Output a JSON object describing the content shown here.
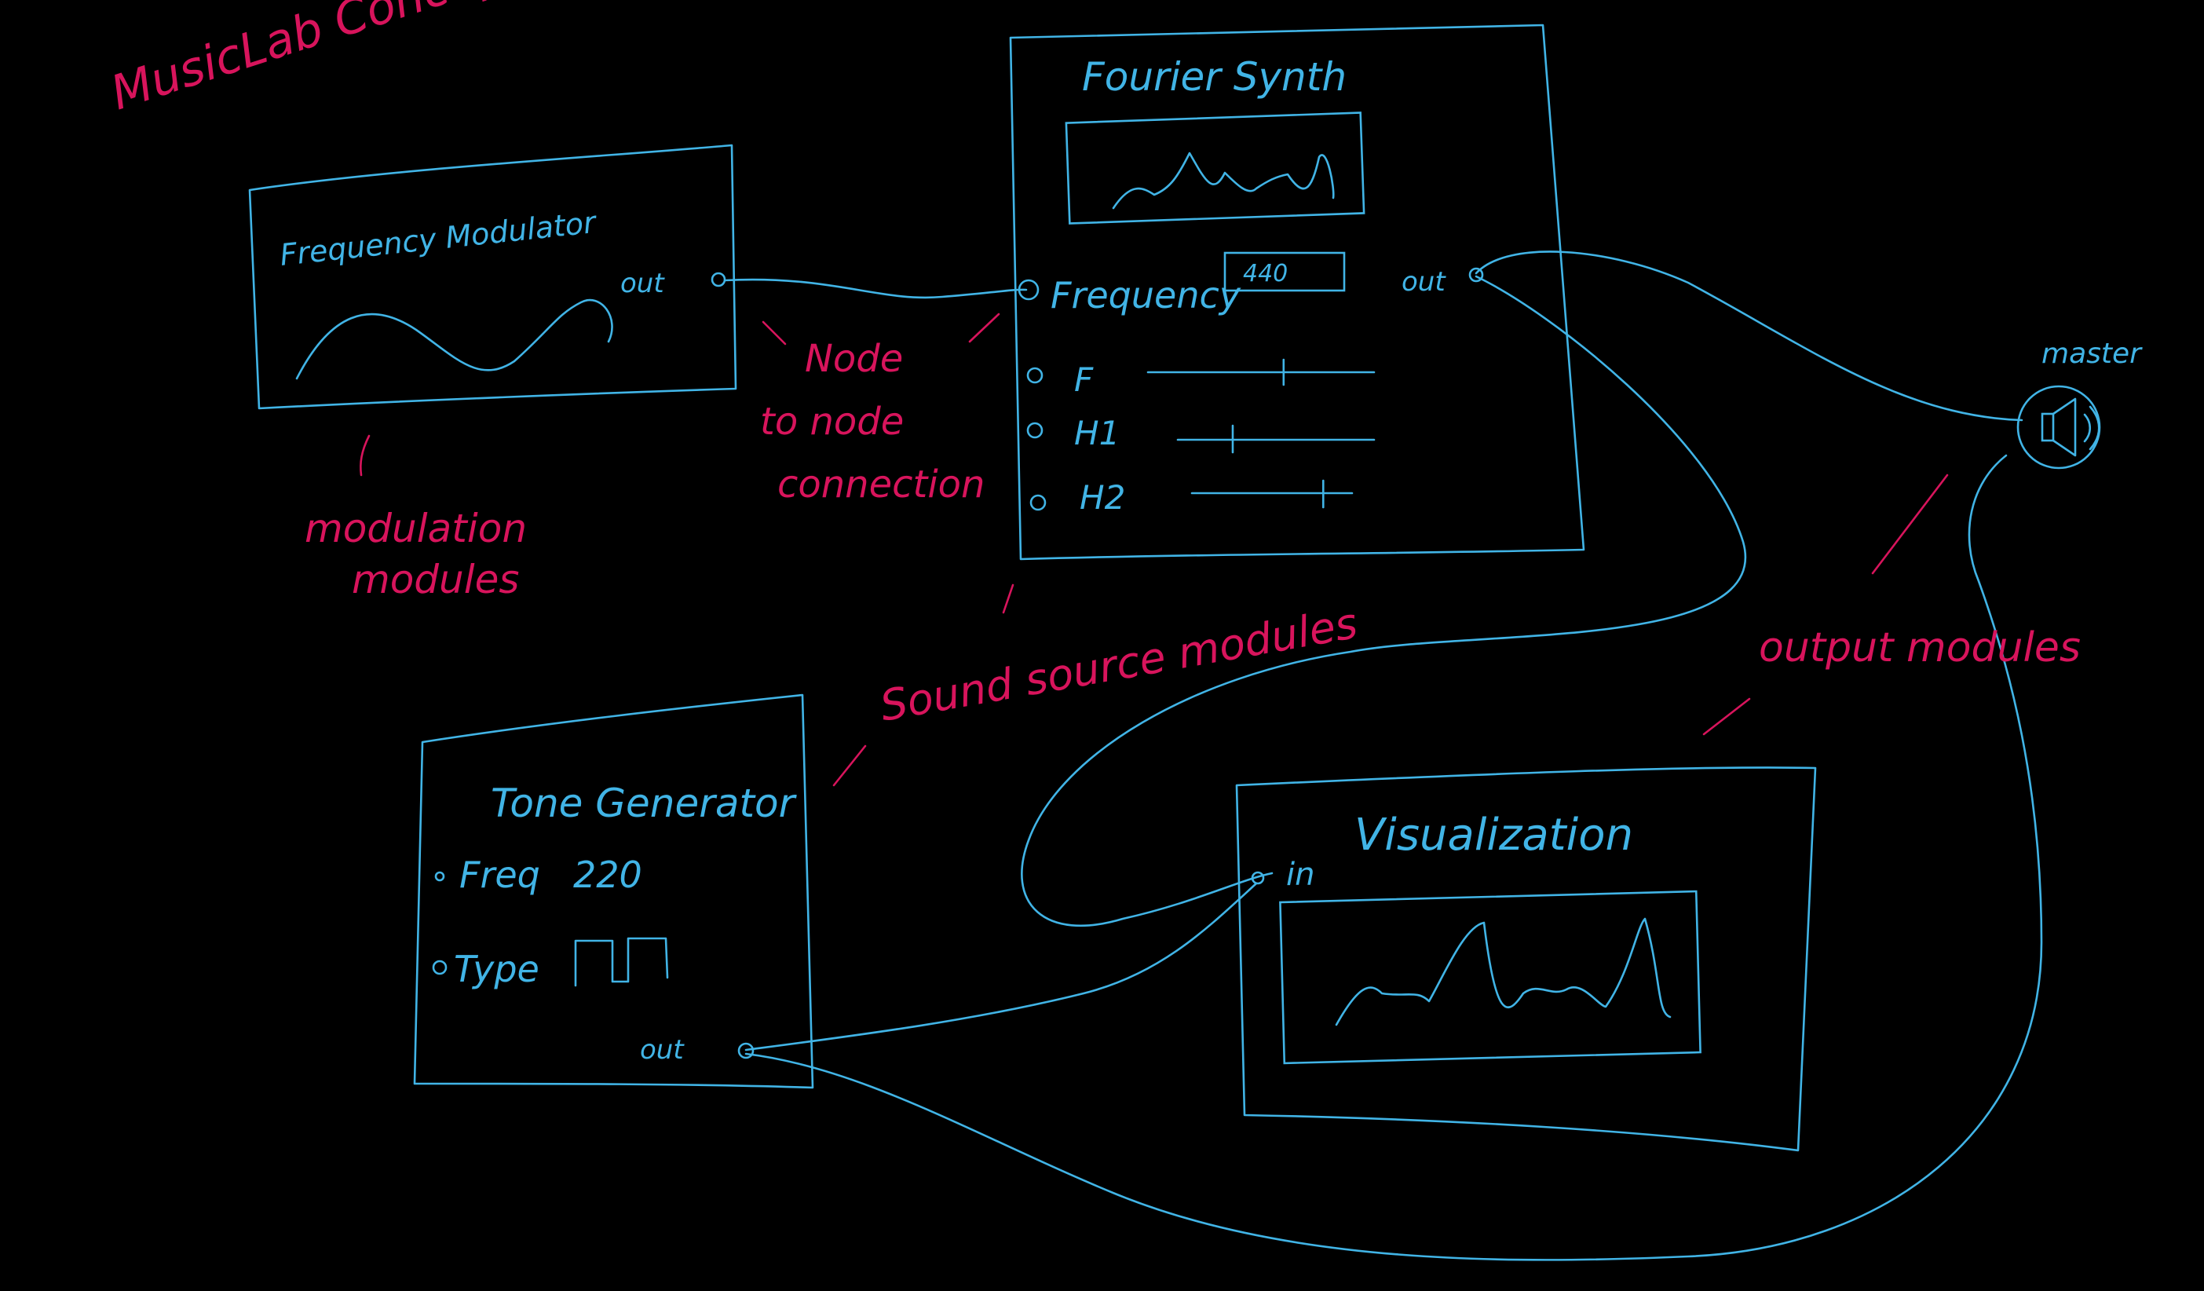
{
  "colors": {
    "background": "#000000",
    "module_ink": "#41b4e6",
    "annotation_ink": "#d8145c"
  },
  "title": "MusicLab Concept",
  "modules": {
    "frequency_modulator": {
      "title": "Frequency Modulator",
      "out_label": "out"
    },
    "fourier_synth": {
      "title": "Fourier Synth",
      "frequency_label": "Frequency",
      "frequency_value": "440",
      "out_label": "out",
      "sliders": [
        {
          "label": "F",
          "level": 0.6
        },
        {
          "label": "H1",
          "level": 0.28
        },
        {
          "label": "H2",
          "level": 0.82
        }
      ]
    },
    "tone_generator": {
      "title": "Tone Generator",
      "freq_label": "Freq",
      "freq_value": "220",
      "type_label": "Type",
      "out_label": "out"
    },
    "visualization": {
      "title": "Visualization",
      "in_label": "in"
    },
    "master": {
      "label": "master",
      "icon": "speaker-icon"
    }
  },
  "annotations": {
    "modulation": "modulation modules",
    "node_connection": "Node to node connection",
    "sound_source": "Sound source modules",
    "output": "output modules"
  }
}
